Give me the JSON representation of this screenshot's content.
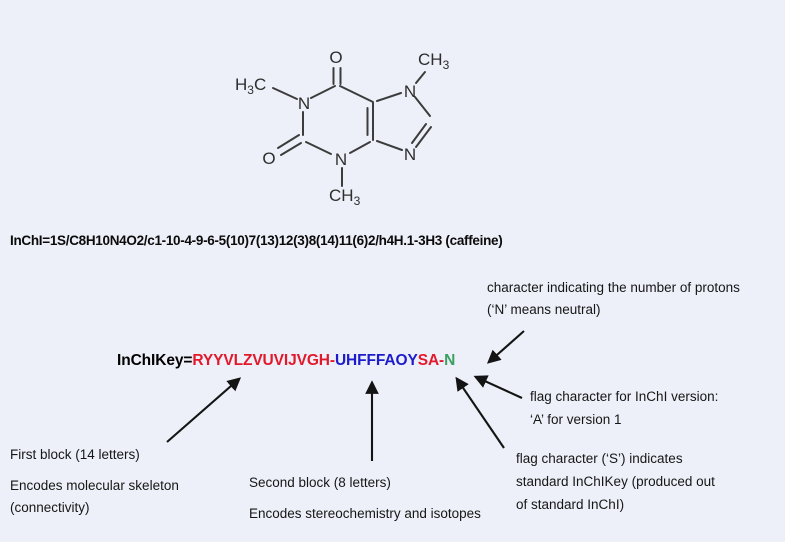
{
  "background_color": "#edf0f8",
  "molecule": {
    "compound_label": "caffeine",
    "atom_n": "N",
    "atom_o": "O",
    "methyl_h": "H",
    "methyl_c": "C",
    "methyl_ch": "CH",
    "sub_3": "3"
  },
  "inchi_line": "InChI=1S/C8H10N4O2/c1-10-4-9-6-5(10)7(13)12(3)8(14)11(6)2/h4H.1-3H3 (caffeine)",
  "inchikey": {
    "prefix": "InChIKey=",
    "first_block": "RYYVLZVUVIJVGH",
    "sep1": "-",
    "second_block": "UHFFFAOY",
    "flag_sa": "SA",
    "sep2": "-",
    "proton_char": "N",
    "colors": {
      "prefix": "#000000",
      "first_block": "#e2182b",
      "hyphen": "#e2182b",
      "second_block": "#1c1ccd",
      "flag": "#e2182b",
      "proton": "#3aa061"
    }
  },
  "annotations": {
    "protons": {
      "line1": "character indicating the number of protons",
      "line2": "(‘N’ means neutral)"
    },
    "version": {
      "line1": "flag character for InChI version:",
      "line2": "‘A’ for version 1"
    },
    "flag_s": {
      "line1": "flag character (‘S’) indicates",
      "line2": "standard InChIKey (produced out",
      "line3": "of standard InChI)"
    },
    "first_block": {
      "line1": "First block (14 letters)",
      "line2": "Encodes molecular skeleton",
      "line3": "(connectivity)"
    },
    "second_block": {
      "line1": "Second block (8 letters)",
      "line2": "Encodes stereochemistry and isotopes"
    }
  }
}
